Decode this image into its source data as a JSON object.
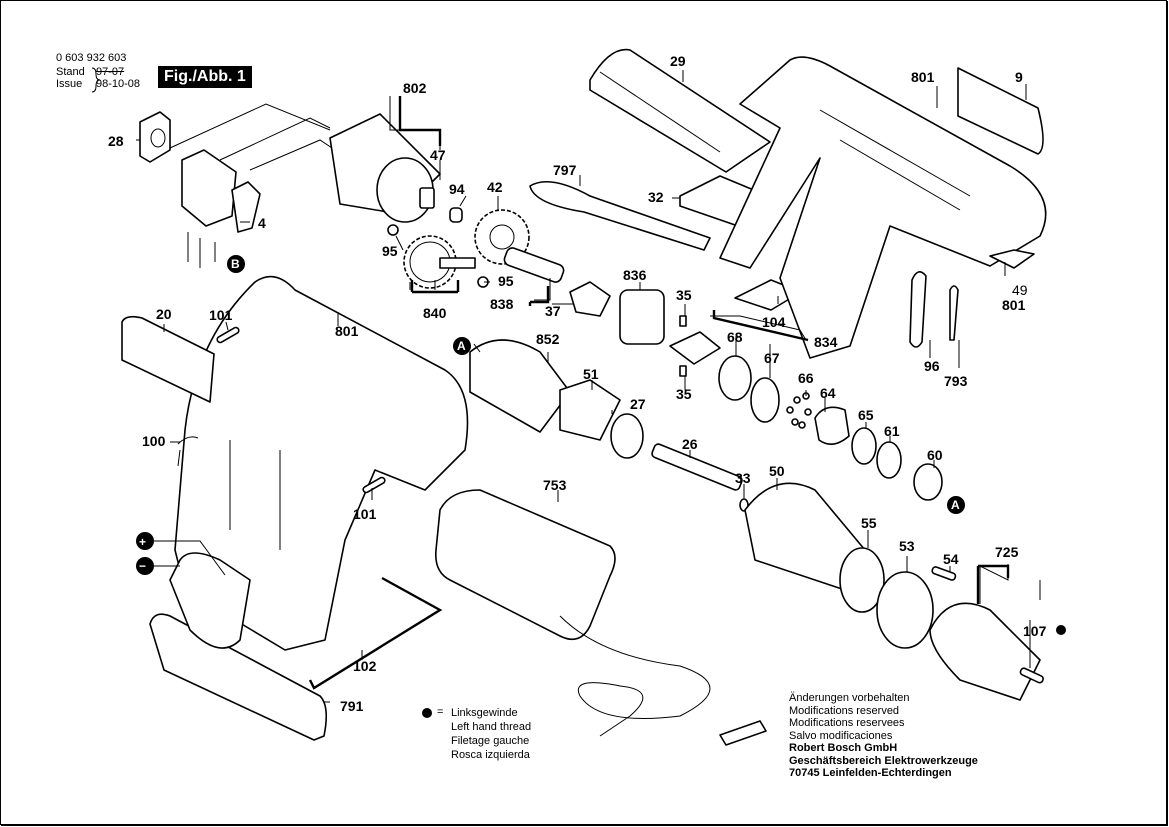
{
  "header": {
    "doc_number": "0 603 932 603",
    "stand_label": "Stand",
    "stand_value_crossed": "97-07",
    "issue_label": "Issue",
    "issue_date": "98-10-08",
    "figure_label": "Fig./Abb. 1"
  },
  "parts": {
    "p4": "4",
    "p9": "9",
    "p20": "20",
    "p26": "26",
    "p27": "27",
    "p28": "28",
    "p29": "29",
    "p32": "32",
    "p33": "33",
    "p35a": "35",
    "p35b": "35",
    "p37": "37",
    "p42": "42",
    "p47": "47",
    "p49": "49",
    "p50": "50",
    "p51": "51",
    "p53": "53",
    "p54": "54",
    "p55": "55",
    "p60": "60",
    "p61": "61",
    "p64": "64",
    "p65": "65",
    "p66": "66",
    "p67": "67",
    "p68": "68",
    "p94": "94",
    "p95a": "95",
    "p95b": "95",
    "p96": "96",
    "p100": "100",
    "p101a": "101",
    "p101b": "101",
    "p102": "102",
    "p104": "104",
    "p107": "107",
    "p725": "725",
    "p753": "753",
    "p791": "791",
    "p793": "793",
    "p797": "797",
    "p801a": "801",
    "p801b": "801",
    "p801c": "801",
    "p802": "802",
    "p834": "834",
    "p836": "836",
    "p838": "838",
    "p840": "840",
    "p852": "852"
  },
  "markers": {
    "a_left": "A",
    "a_right": "A",
    "b": "B",
    "plus": "+",
    "minus": "−"
  },
  "legend": {
    "equals": "=",
    "lines": [
      "Linksgewinde",
      "Left hand thread",
      "Filetage gauche",
      "Rosca izquierda"
    ]
  },
  "footer": {
    "lines": [
      "Änderungen vorbehalten",
      "Modifications reserved",
      "Modifications reservees",
      "Salvo modificaciones"
    ],
    "company": "Robert Bosch GmbH",
    "division": "Geschäftsbereich Elektrowerkzeuge",
    "address": "70745 Leinfelden-Echterdingen"
  }
}
